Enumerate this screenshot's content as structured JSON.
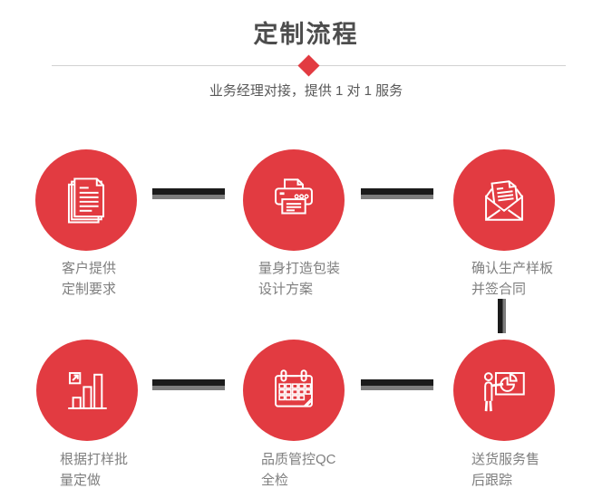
{
  "header": {
    "title": "定制流程",
    "subtitle": "业务经理对接，提供 1 对 1 服务"
  },
  "steps": [
    {
      "icon": "documents-icon",
      "label_line1": "客户提供",
      "label_line2": "定制要求"
    },
    {
      "icon": "printer-icon",
      "label_line1": "量身打造包装",
      "label_line2": "设计方案"
    },
    {
      "icon": "envelope-icon",
      "label_line1": "确认生产样板",
      "label_line2": "并签合同"
    },
    {
      "icon": "bar-chart-icon",
      "label_line1": "根据打样批",
      "label_line2": "量定做"
    },
    {
      "icon": "calendar-icon",
      "label_line1": "品质管控QC",
      "label_line2": "全检"
    },
    {
      "icon": "presenter-icon",
      "label_line1": "送货服务售",
      "label_line2": "后跟踪"
    }
  ],
  "colors": {
    "accent_red": "#e23b41",
    "title_text": "#4d4d4d",
    "subtitle_text": "#595959",
    "label_text": "#7f7f7f",
    "connector_dark": "#1b1b1b",
    "connector_gray": "#7d7d7d",
    "divider_line": "#d2d2d2"
  }
}
